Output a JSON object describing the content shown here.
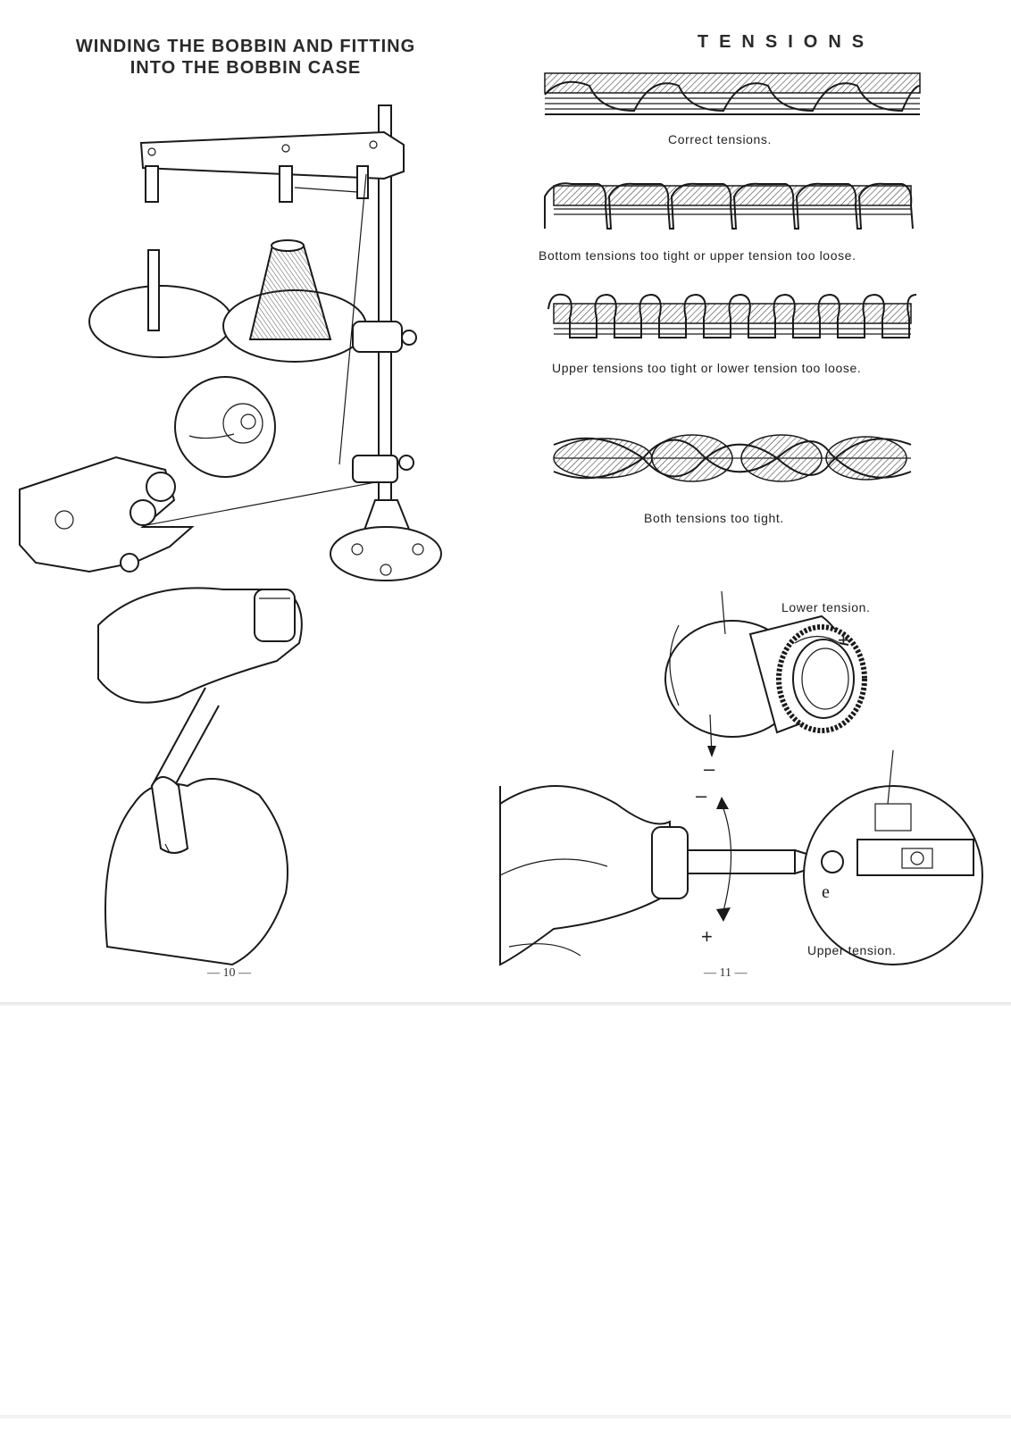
{
  "left_page": {
    "heading_line1": "WINDING THE BOBBIN AND FITTING",
    "heading_line2": "INTO THE BOBBIN CASE",
    "page_number": "— 10 —"
  },
  "right_page": {
    "heading": "TENSIONS",
    "captions": {
      "correct": "Correct tensions.",
      "bottom_tight": "Bottom tensions too tight or upper tension too loose.",
      "upper_tight": "Upper tensions too tight or lower tension too loose.",
      "both_tight": "Both tensions too tight.",
      "lower_tension": "Lower tension.",
      "upper_tension": "Upper tension."
    },
    "signs": {
      "plus": "+",
      "minus": "–"
    },
    "page_number": "— 11 —"
  }
}
